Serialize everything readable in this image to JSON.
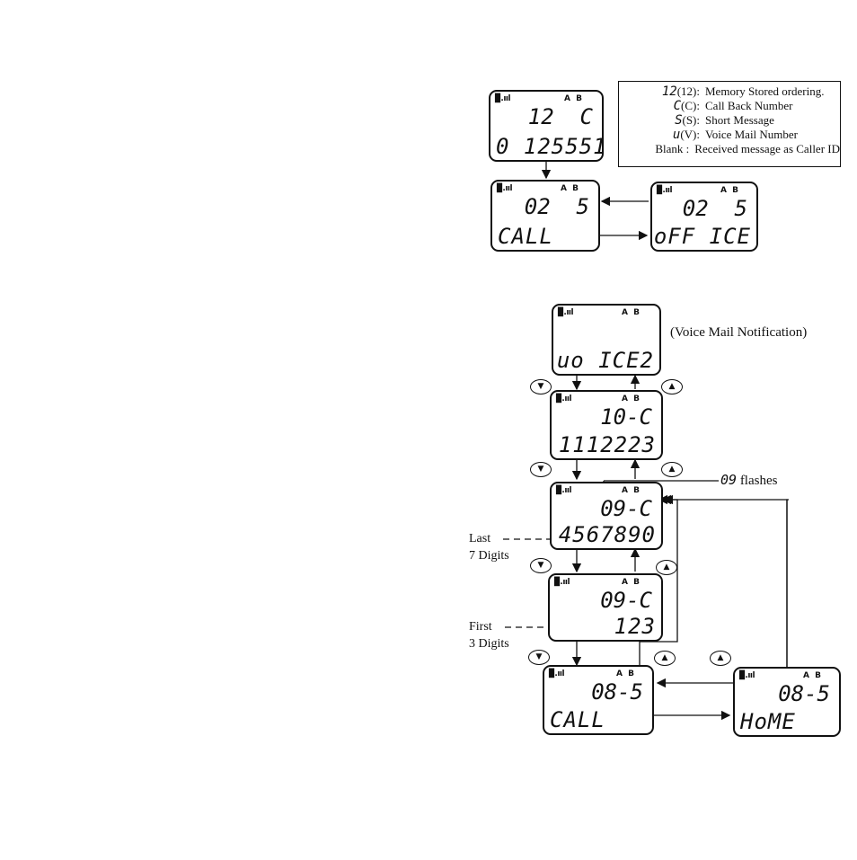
{
  "legend": {
    "rows": [
      {
        "symbol": "12",
        "key": "(12):",
        "text": "Memory Stored ordering."
      },
      {
        "symbol": "C",
        "key": "(C):",
        "text": "Call Back Number"
      },
      {
        "symbol": "S",
        "key": "(S):",
        "text": "Short Message"
      },
      {
        "symbol": "u",
        "key": "(V):",
        "text": "Voice Mail Number"
      },
      {
        "symbol": "",
        "key": "Blank :",
        "text": "Received message as Caller ID"
      }
    ]
  },
  "status": {
    "signal": "▉.ııl",
    "ab": "A B"
  },
  "displays": {
    "d1": {
      "line1": "12  C",
      "line2": "0 125551"
    },
    "d2": {
      "line1": "02  5",
      "line2": "CALL"
    },
    "d3": {
      "line1": "02  5",
      "line2": "oFF ICE"
    },
    "d4": {
      "line1": "",
      "line2": "uo ICE2"
    },
    "d5": {
      "line1": "10-C",
      "line2": "1112223"
    },
    "d6": {
      "line1": "09-C",
      "line2": "4567890"
    },
    "d7": {
      "line1": "09-C",
      "line2": "123"
    },
    "d8": {
      "line1": "08-5",
      "line2": "CALL"
    },
    "d9": {
      "line1": "08-5",
      "line2": "HoME"
    }
  },
  "labels": {
    "voice_mail_notification": "(Voice Mail Notification)",
    "flash_code": "09",
    "flashes": "flashes",
    "last": "Last",
    "seven_digits": "7 Digits",
    "first": "First",
    "three_digits": "3 Digits"
  },
  "buttons": {
    "down": "▼",
    "up": "▲"
  }
}
